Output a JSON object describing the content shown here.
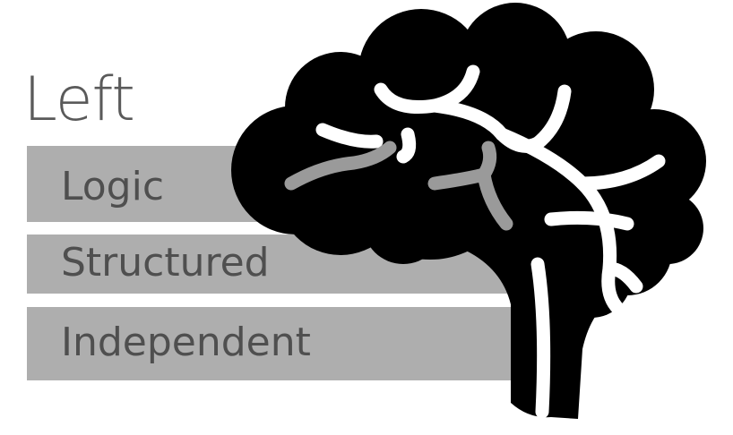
{
  "diagram": {
    "title": "Left",
    "traits": [
      {
        "label": "Logic"
      },
      {
        "label": "Structured"
      },
      {
        "label": "Independent"
      }
    ]
  },
  "colors": {
    "brain_fill": "#000000",
    "band_fill": "#aeaeae",
    "text": "#505050",
    "sulci": "#ffffff",
    "sulci_over_band": "#9a9a9a"
  },
  "icons": {
    "brain": "brain-icon"
  }
}
